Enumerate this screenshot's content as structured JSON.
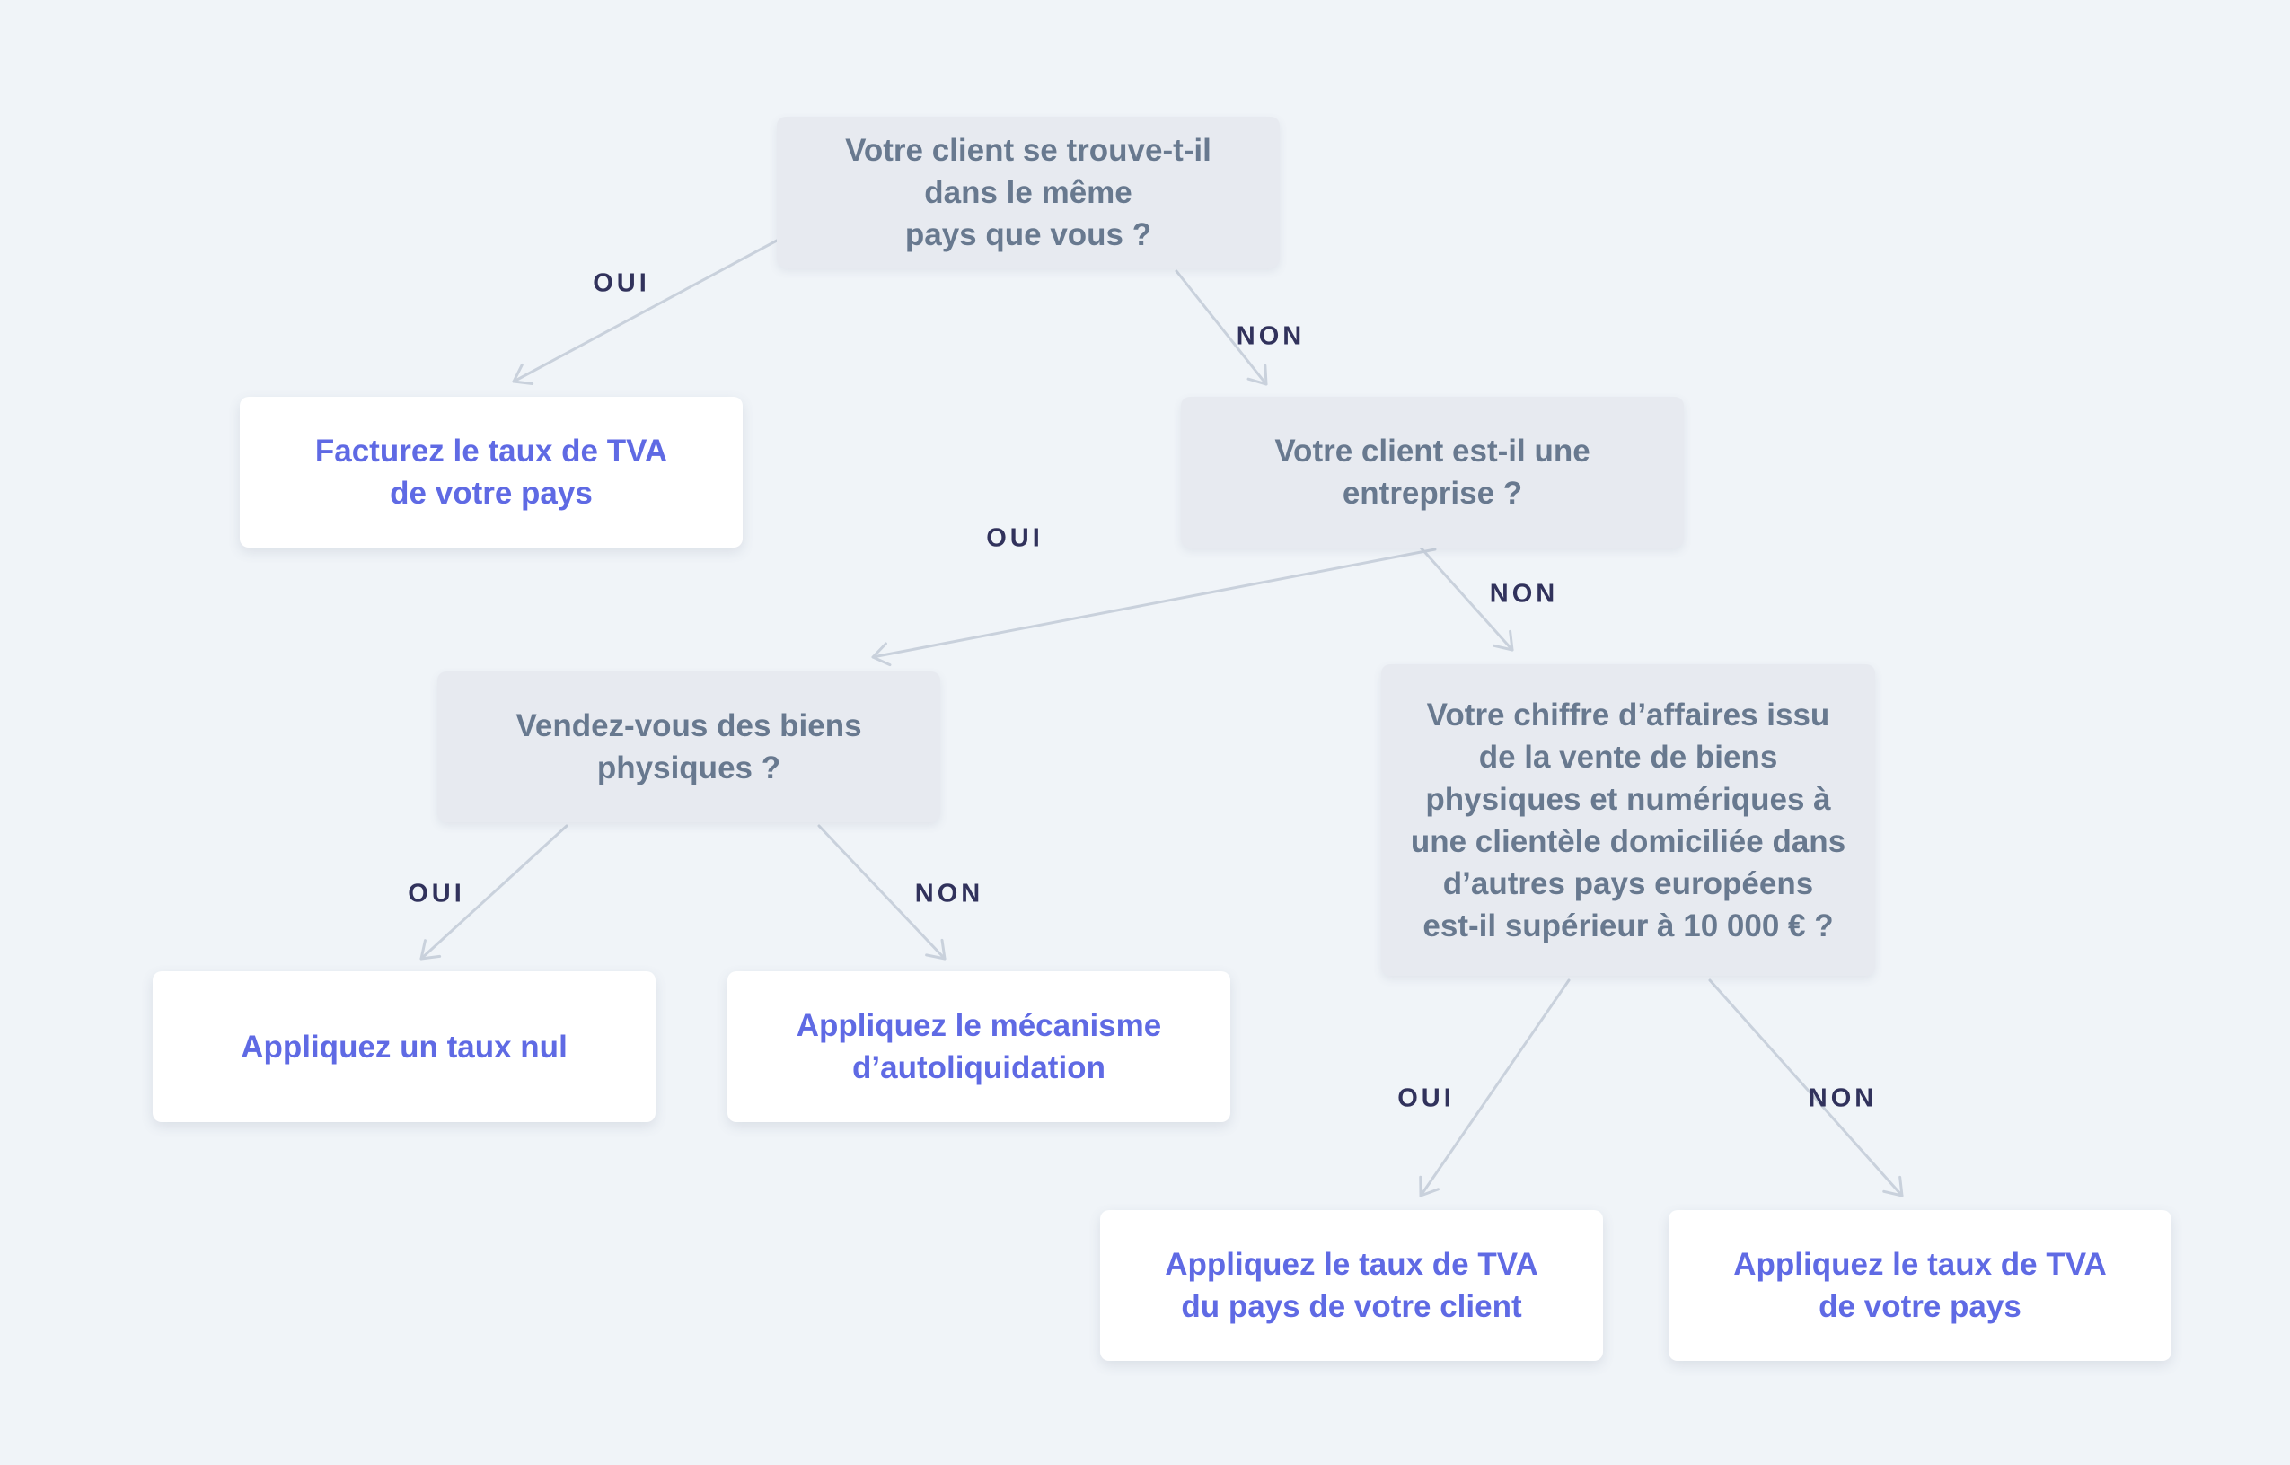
{
  "colors": {
    "background": "#f0f4f8",
    "question_box_bg": "#e7eaf0",
    "question_text": "#68798f",
    "answer_box_bg": "#ffffff",
    "answer_text": "#5f6ae4",
    "edge_label_text": "#31325c",
    "arrow": "#c9d1dc"
  },
  "nodes": {
    "q1": {
      "lines": [
        "Votre client se trouve-t-il",
        "dans le même",
        "pays que vous ?"
      ]
    },
    "a1": {
      "lines": [
        "Facturez le taux de TVA",
        "de votre pays"
      ]
    },
    "q2": {
      "lines": [
        "Votre client est-il une",
        "entreprise ?"
      ]
    },
    "q3": {
      "lines": [
        "Vendez-vous des biens",
        "physiques ?"
      ]
    },
    "q4": {
      "lines": [
        "Votre chiffre d’affaires issu",
        "de la vente de biens",
        "physiques et numériques à",
        "une clientèle domiciliée dans",
        "d’autres pays européens",
        "est-il supérieur à 10 000 € ?"
      ]
    },
    "a2": {
      "lines": [
        "Appliquez un taux nul"
      ]
    },
    "a3": {
      "lines": [
        "Appliquez le mécanisme",
        "d’autoliquidation"
      ]
    },
    "a4": {
      "lines": [
        "Appliquez le taux de TVA",
        "du pays de votre client"
      ]
    },
    "a5": {
      "lines": [
        "Appliquez le taux de TVA",
        "de votre pays"
      ]
    }
  },
  "edge_labels": {
    "q1_a1": "OUI",
    "q1_q2": "NON",
    "q2_q3": "OUI",
    "q2_q4": "NON",
    "q3_a2": "OUI",
    "q3_a3": "NON",
    "q4_a4": "OUI",
    "q4_a5": "NON"
  }
}
